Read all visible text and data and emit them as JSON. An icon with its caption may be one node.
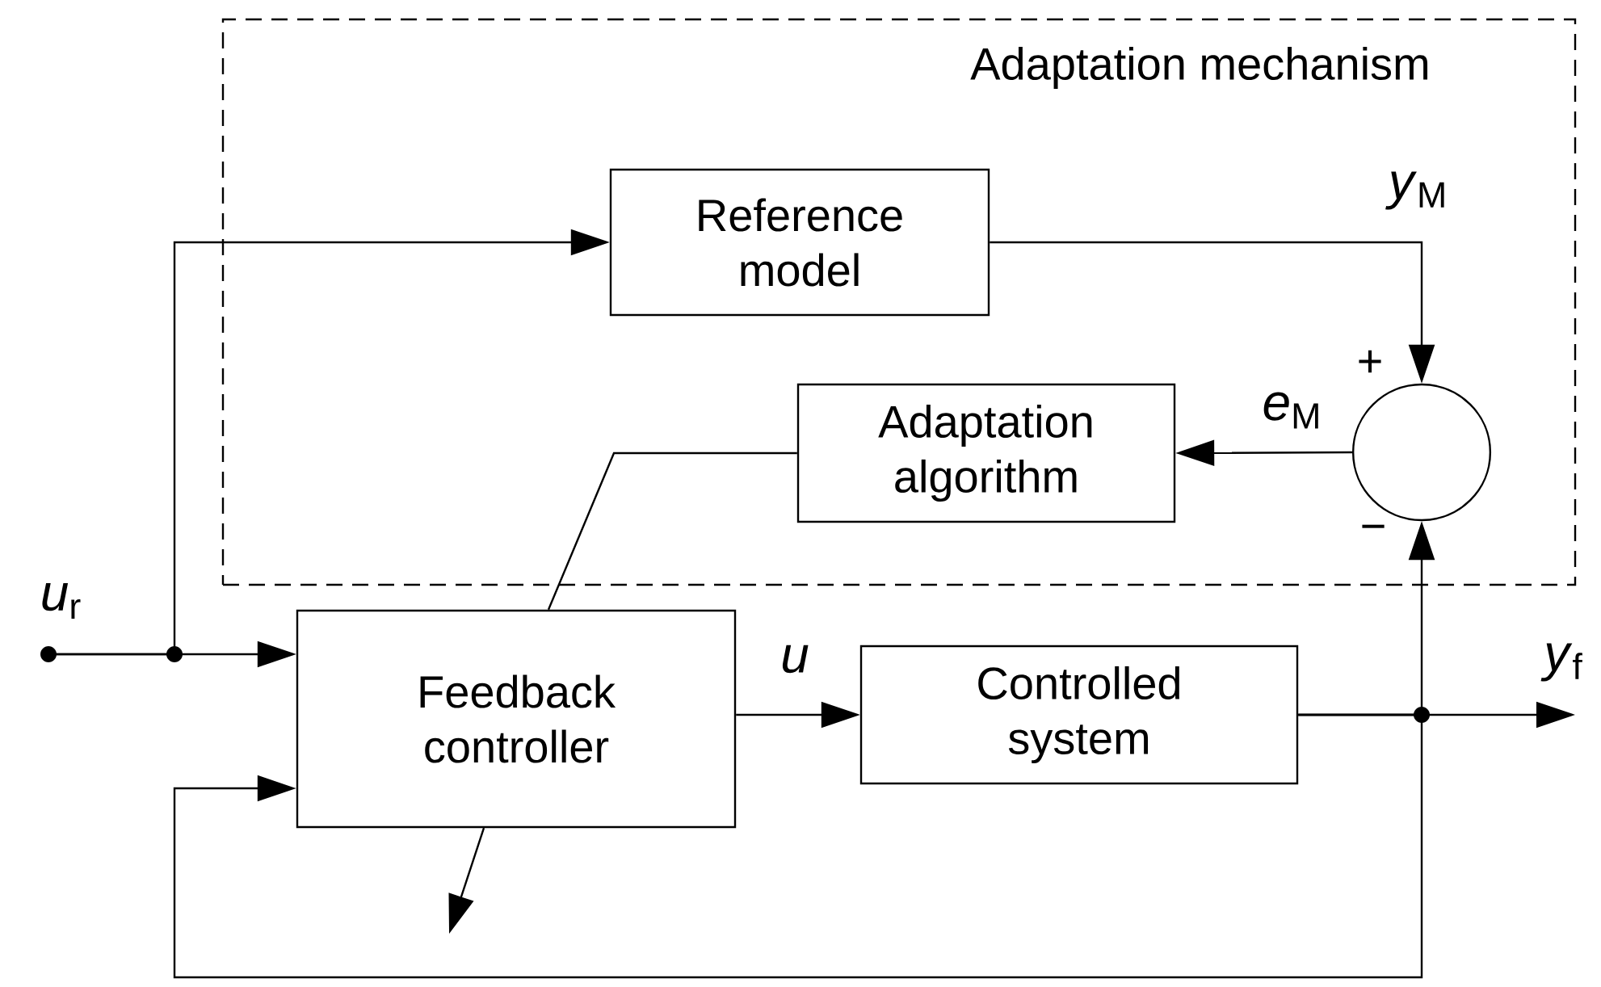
{
  "diagram": {
    "nodes": [
      {
        "text": [
          "Adaptation mechanism"
        ]
      },
      {
        "text": [
          "Reference model"
        ],
        "in": 0
      },
      {
        "text": [
          "Adaptation algorithm"
        ],
        "in": 0
      },
      {
        "text": [],
        "shape": "circle",
        "in": 0
      },
      {
        "text": [
          "Feedback controller"
        ]
      },
      {
        "text": [
          "Controlled system"
        ]
      },
      {
        "text": [
          "*u*$_{r}$"
        ]
      }
    ],
    "edges": [
      {
        "from": 6,
        "to": 4,
        "arrow": "to"
      },
      {
        "from": 6,
        "to": 1,
        "arrow": "to"
      },
      {
        "from": 1,
        "to": 3,
        "arrow": "to",
        "label": "*y*$_{M}$"
      },
      {
        "from": 3,
        "to": 2,
        "arrow": "to",
        "label": "*e*$_{M}$"
      },
      {
        "from": 2,
        "to": 4,
        "arrow": "none"
      },
      {
        "from": 4,
        "to": 5,
        "arrow": "to",
        "label": "*u*"
      },
      {
        "from": 5,
        "to": 3,
        "arrow": "to"
      },
      {
        "from": 5,
        "to": 4,
        "arrow": "to"
      },
      {
        "from": 5,
        "to": null,
        "arrow": "to",
        "label": "*y*$_{f}$"
      },
      {
        "from": 4,
        "to": null,
        "arrow": "to"
      }
    ],
    "labels": [
      "+",
      "−"
    ]
  }
}
